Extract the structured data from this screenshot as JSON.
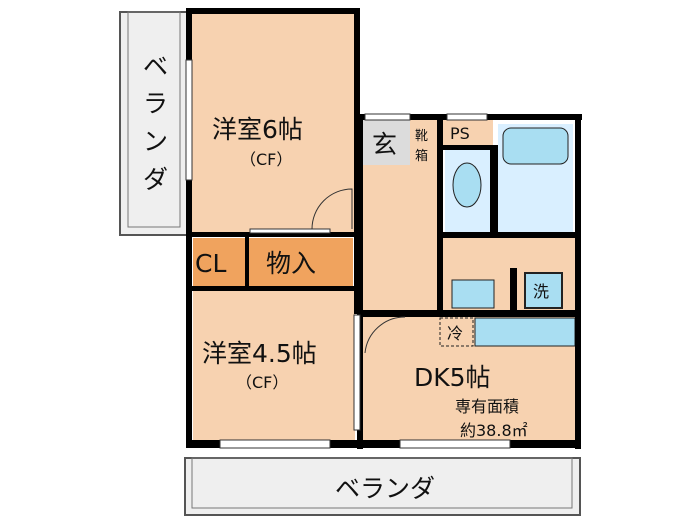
{
  "rooms": {
    "western_6": {
      "name": "洋室6帖",
      "floor": "（CF）"
    },
    "western_45": {
      "name": "洋室4.5帖",
      "floor": "（CF）"
    },
    "closet": "CL",
    "storage": "物入",
    "entrance": "玄",
    "shoe_box": [
      "靴",
      "箱"
    ],
    "ps": "PS",
    "washer": "洗",
    "fridge": "冷",
    "dk": {
      "name": "DK5帖",
      "area_label": "専有面積",
      "area_value": "約38.8㎡"
    }
  },
  "verandas": {
    "left": [
      "ベ",
      "ラ",
      "ン",
      "ダ"
    ],
    "bottom": "ベランダ"
  },
  "colors": {
    "room": "#f7d2b0",
    "storage": "#f0a35e",
    "wet": "#d9efff",
    "fixture": "#a9def2",
    "entry": "#dcdcdc",
    "veranda": "#efefef"
  }
}
